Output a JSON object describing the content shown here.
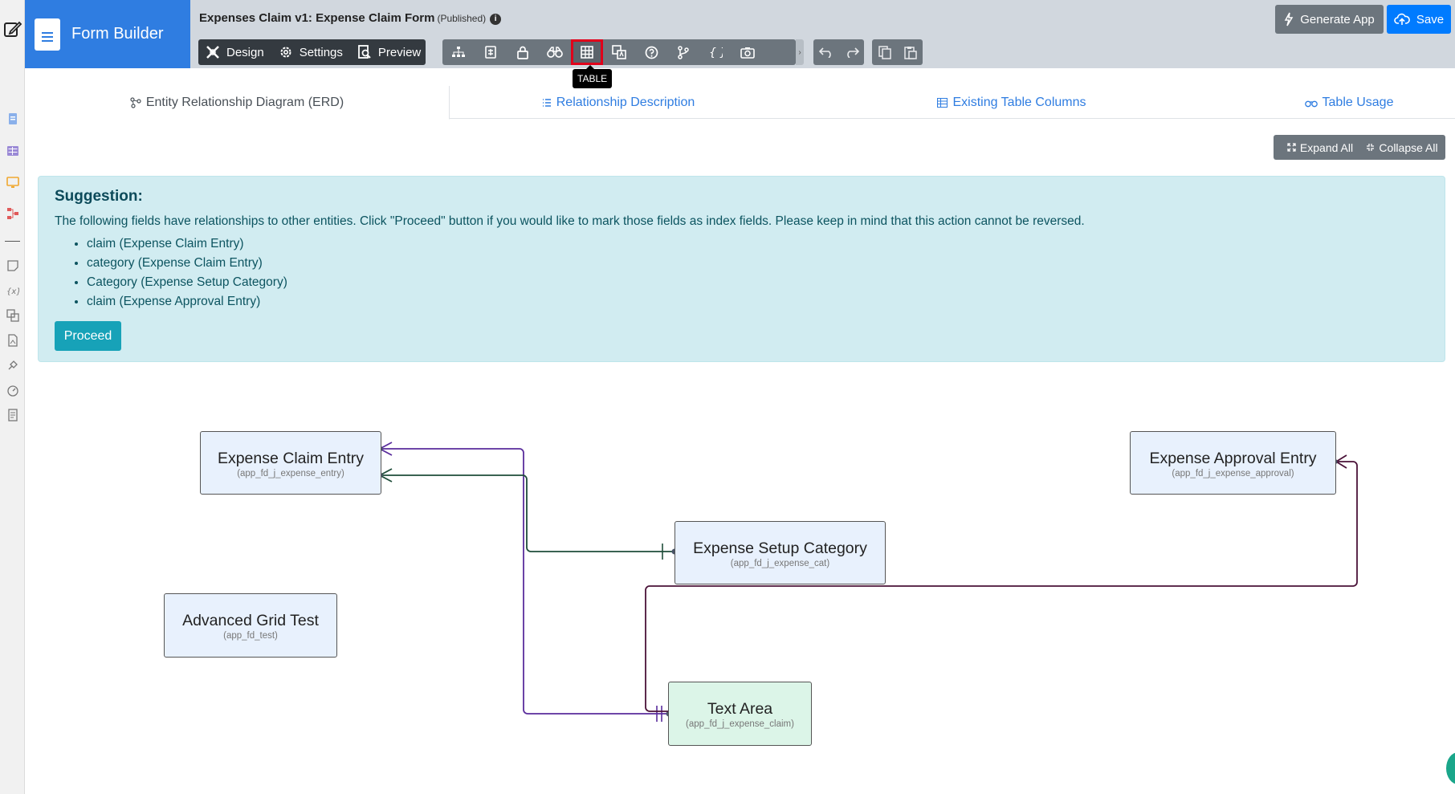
{
  "header": {
    "app_title": "Form Builder",
    "form_title": "Expenses Claim v1: Expense Claim Form",
    "form_status": "(Published)",
    "modes": [
      {
        "label": "Design",
        "icon": "design-icon"
      },
      {
        "label": "Settings",
        "icon": "gear-icon"
      },
      {
        "label": "Preview",
        "icon": "preview-icon"
      }
    ],
    "tools": [
      {
        "name": "hierarchy-icon"
      },
      {
        "name": "list-check-icon"
      },
      {
        "name": "lock-icon"
      },
      {
        "name": "binoculars-icon"
      },
      {
        "name": "table-icon",
        "active": true
      },
      {
        "name": "translate-icon"
      },
      {
        "name": "help-icon"
      },
      {
        "name": "branch-icon"
      },
      {
        "name": "braces-icon"
      },
      {
        "name": "camera-icon"
      }
    ],
    "active_tool_tooltip": "TABLE",
    "generate_label": "Generate App",
    "save_label": "Save"
  },
  "tabs": [
    {
      "label": "Entity Relationship Diagram (ERD)",
      "icon": "erd-icon",
      "active": true
    },
    {
      "label": "Relationship Description",
      "icon": "list-icon",
      "active": false
    },
    {
      "label": "Existing Table Columns",
      "icon": "table-icon",
      "active": false
    },
    {
      "label": "Table Usage",
      "icon": "binoculars-icon",
      "active": false
    }
  ],
  "actions": {
    "expand_all": "Expand All",
    "collapse_all": "Collapse All"
  },
  "suggestion": {
    "title": "Suggestion:",
    "message": "The following fields have relationships to other entities. Click \"Proceed\" button if you would like to mark those fields as index fields. Please keep in mind that this action cannot be reversed.",
    "fields": [
      "claim (Expense Claim Entry)",
      "category (Expense Claim Entry)",
      "Category (Expense Setup Category)",
      "claim (Expense Approval Entry)"
    ],
    "proceed_label": "Proceed"
  },
  "erd": {
    "entities": [
      {
        "name": "Expense Claim Entry",
        "table": "(app_fd_j_expense_entry)"
      },
      {
        "name": "Expense Approval Entry",
        "table": "(app_fd_j_expense_approval)"
      },
      {
        "name": "Expense Setup Category",
        "table": "(app_fd_j_expense_cat)"
      },
      {
        "name": "Advanced Grid Test",
        "table": "(app_fd_test)"
      },
      {
        "name": "Text Area",
        "table": "(app_fd_j_expense_claim)"
      }
    ],
    "relationship_colors": {
      "claim_to_text_area": "#5a2d9c",
      "category_to_setup": "#1f4d3a",
      "approval_to_text_area": "#4a1238"
    }
  },
  "colors": {
    "brand": "#2f7de1",
    "header_bg": "#d1d7de",
    "alert_bg": "#d1ecf1",
    "proceed": "#17a2b8",
    "save": "#007bff",
    "active_tool_border": "#e0001a"
  }
}
